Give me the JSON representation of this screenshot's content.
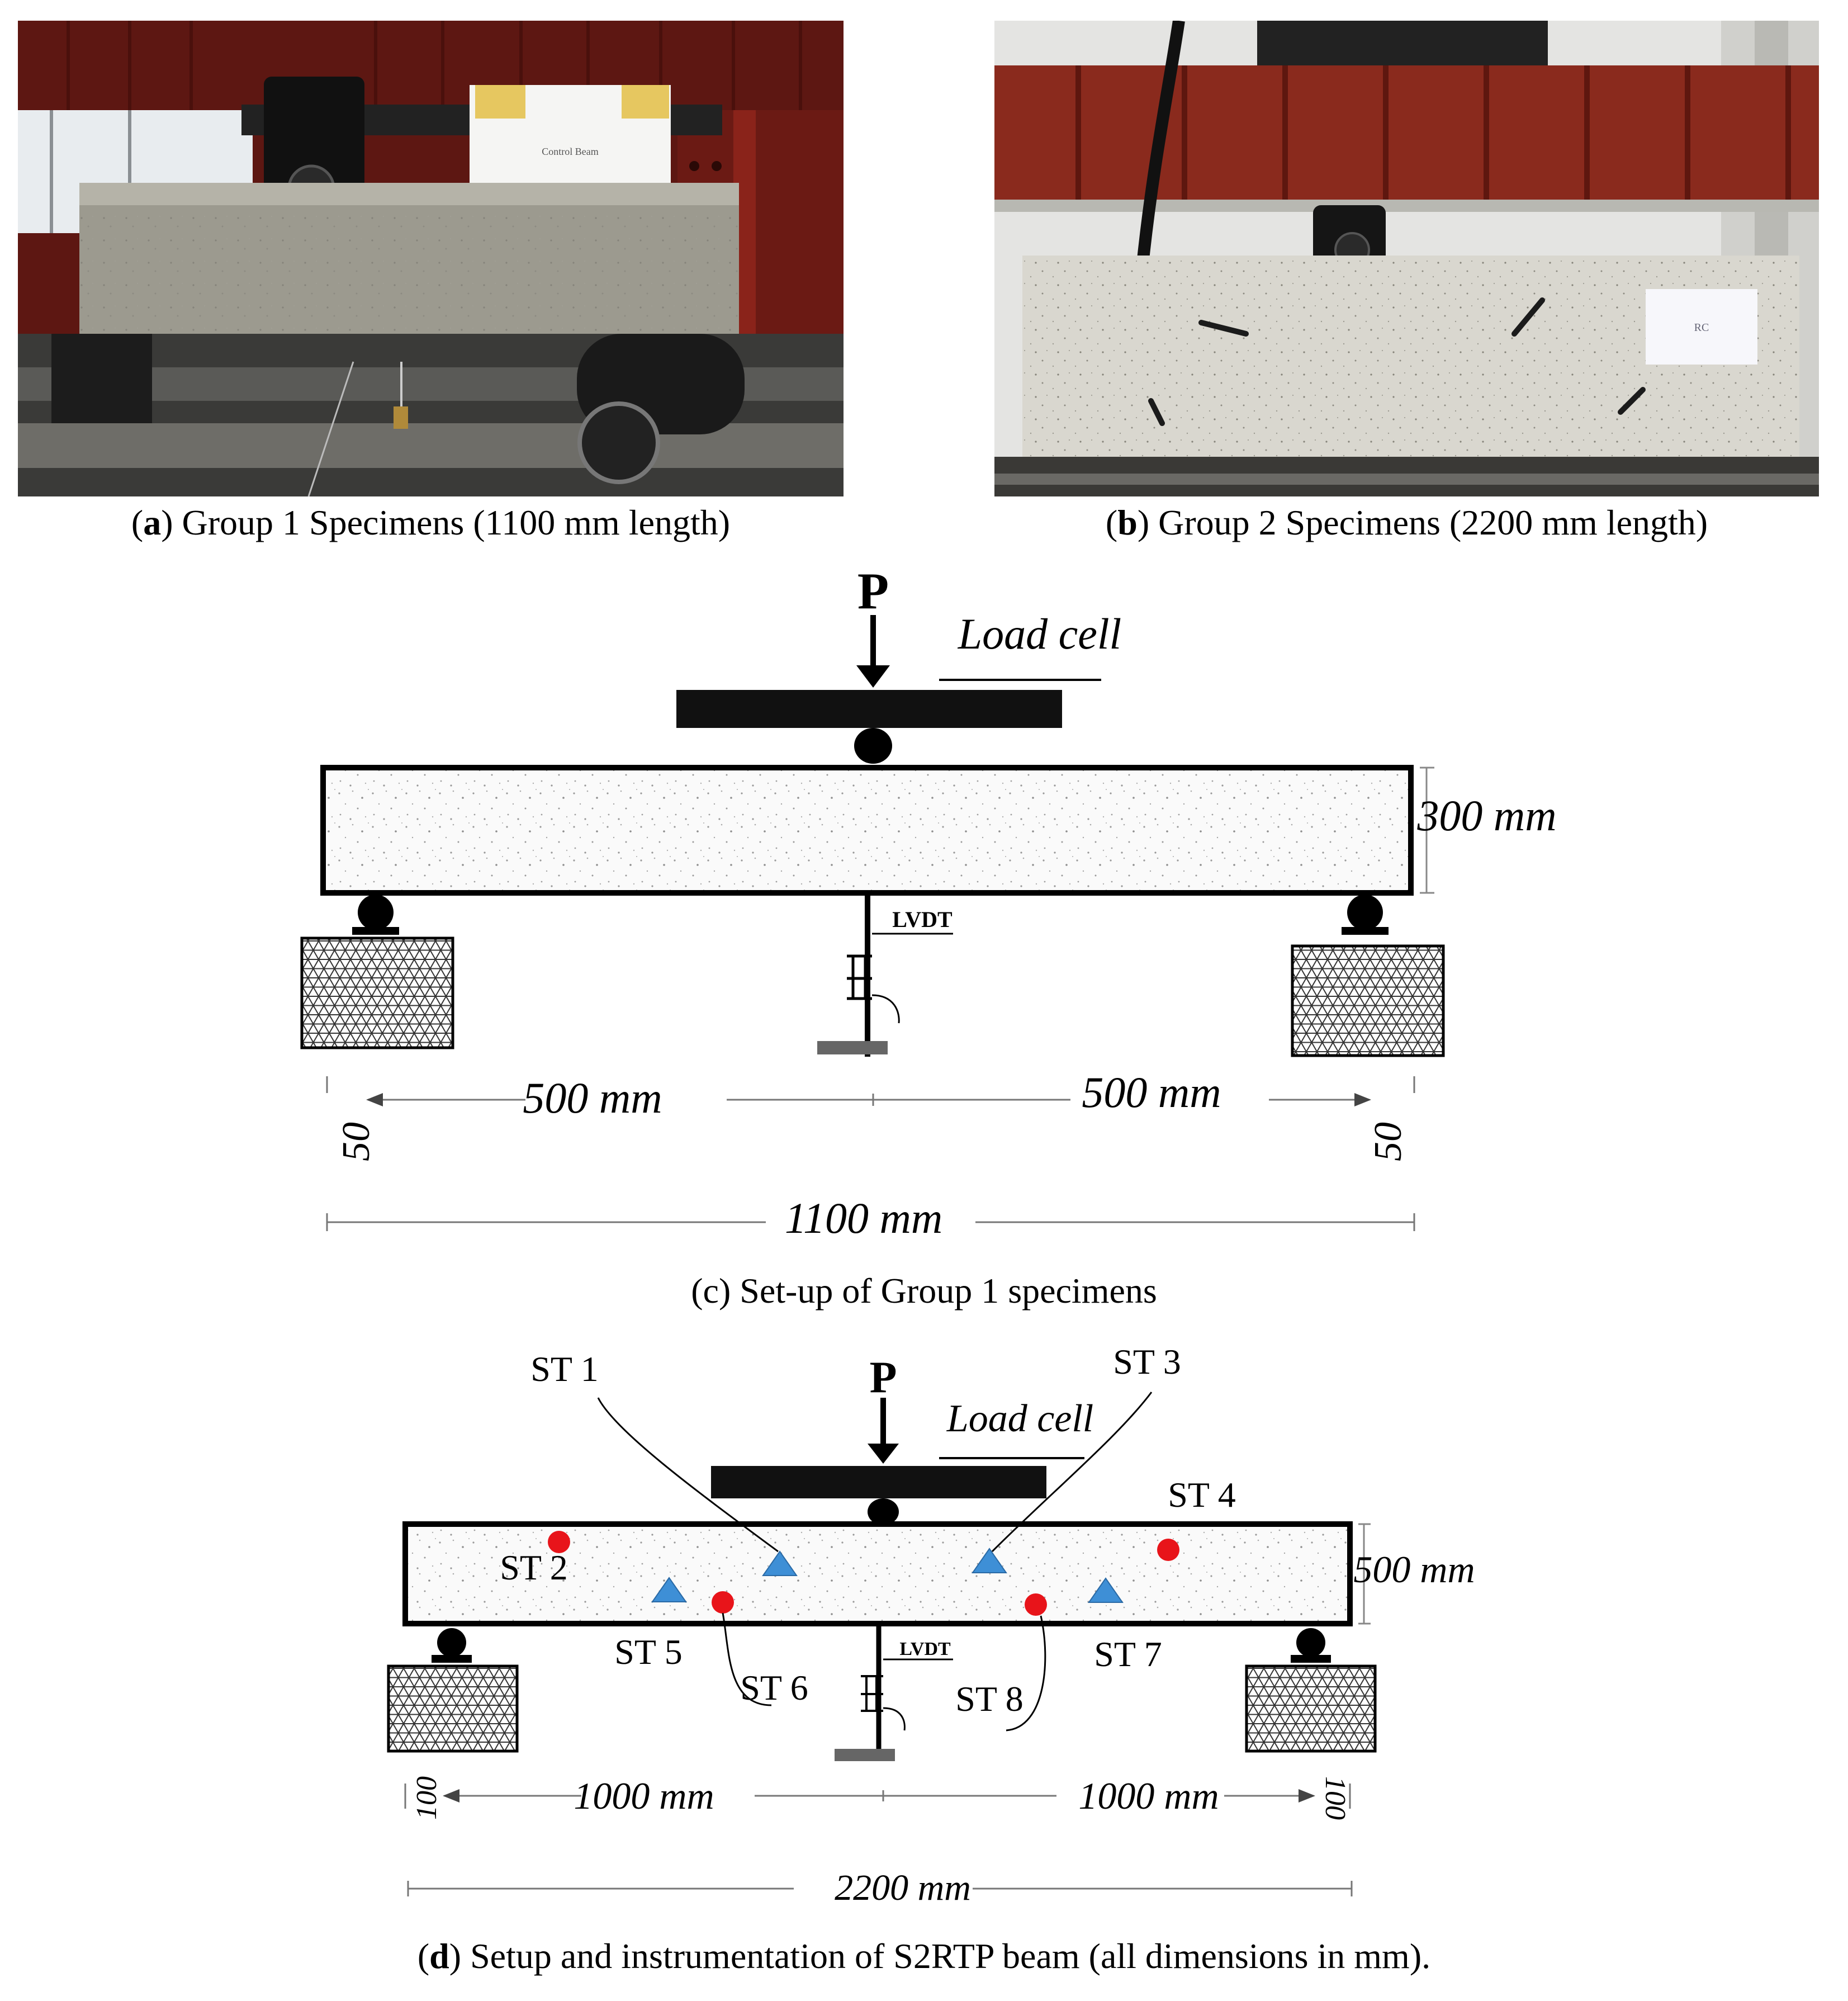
{
  "panels": {
    "a": {
      "letter": "a",
      "caption": "Group 1 Specimens (1100 mm length)",
      "sign_text": "Control Beam"
    },
    "b": {
      "letter": "b",
      "caption": "Group 2 Specimens (2200 mm length)",
      "sign_text": "RC"
    },
    "c": {
      "letter": "c",
      "caption": "Set-up of Group 1 specimens",
      "load_label": "P",
      "load_cell_label": "Load cell",
      "height_label": "300 mm",
      "lvdt_label": "LVDT",
      "span_left": "500 mm",
      "span_right": "500 mm",
      "overhang_left": "50",
      "overhang_right": "50",
      "total_length": "1100 mm"
    },
    "d": {
      "letter": "d",
      "caption": "Setup and instrumentation of S2RTP beam (all dimensions in mm).",
      "load_label": "P",
      "load_cell_label": "Load cell",
      "height_label": "500 mm",
      "lvdt_label": "LVDT",
      "span_left": "1000 mm",
      "span_right": "1000 mm",
      "overhang_left": "100",
      "overhang_right": "100",
      "total_length": "2200 mm",
      "gauges": {
        "st1": "ST 1",
        "st2": "ST 2",
        "st3": "ST 3",
        "st4": "ST 4",
        "st5": "ST 5",
        "st6": "ST 6",
        "st7": "ST 7",
        "st8": "ST 8"
      }
    }
  },
  "colors": {
    "steel_frame": "#7a1f17",
    "concrete": "#b9b7ad",
    "strain_gauge_circle": "#e8141a",
    "strain_gauge_triangle": "#3e8fd6"
  }
}
